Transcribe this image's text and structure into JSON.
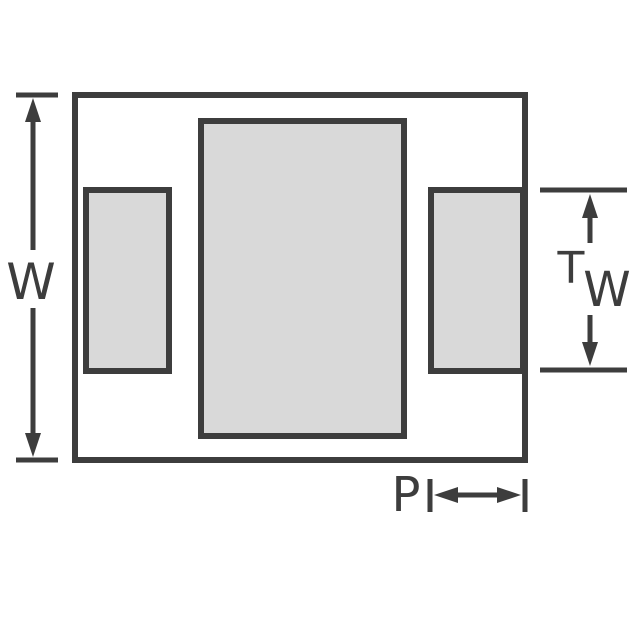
{
  "diagram": {
    "labels": {
      "overall_width": "W",
      "terminal_t": "T",
      "terminal_w": "W",
      "pitch": "P"
    },
    "colors": {
      "stroke": "#3d3d3d",
      "pad_fill": "#d9d9d9",
      "background": "#ffffff"
    }
  }
}
